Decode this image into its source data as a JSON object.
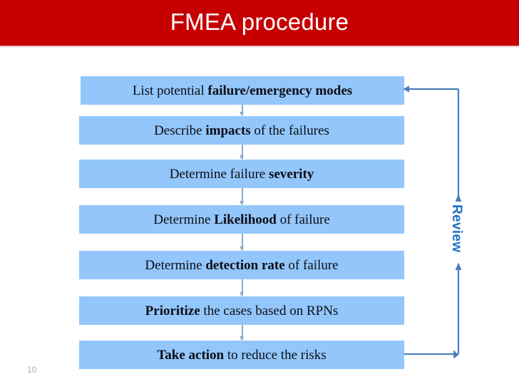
{
  "slide": {
    "title": "FMEA procedure",
    "page_number": "10",
    "banner_color": "#C60000",
    "box_fill_color": "#93C6FB",
    "connector_color": "#4A7EBB",
    "accent_text_color": "#1F6FC4"
  },
  "flow": {
    "steps": [
      {
        "id": "list-failure-modes",
        "full_text": "List potential failure/emergency modes",
        "plain_prefix": "List potential ",
        "bold_text": "failure/emergency modes",
        "plain_suffix": ""
      },
      {
        "id": "describe-impacts",
        "full_text": "Describe impacts of the failures",
        "plain_prefix": "Describe ",
        "bold_text": "impacts",
        "plain_suffix": " of the failures"
      },
      {
        "id": "determine-severity",
        "full_text": "Determine failure severity",
        "plain_prefix": "Determine failure ",
        "bold_text": "severity",
        "plain_suffix": ""
      },
      {
        "id": "determine-likelihood",
        "full_text": "Determine Likelihood of failure",
        "plain_prefix": "Determine ",
        "bold_text": "Likelihood",
        "plain_suffix": " of failure"
      },
      {
        "id": "determine-detection-rate",
        "full_text": "Determine detection rate of failure",
        "plain_prefix": "Determine ",
        "bold_text": "detection rate",
        "plain_suffix": " of failure"
      },
      {
        "id": "prioritize-cases",
        "full_text": "Prioritize the cases based on RPNs",
        "plain_prefix": "",
        "bold_text": "Prioritize",
        "plain_suffix": " the cases based on RPNs"
      },
      {
        "id": "take-action",
        "full_text": "Take action to reduce the risks",
        "plain_prefix": "",
        "bold_text": "Take action",
        "plain_suffix": " to reduce the risks"
      }
    ],
    "feedback_loop_label": "Review"
  }
}
